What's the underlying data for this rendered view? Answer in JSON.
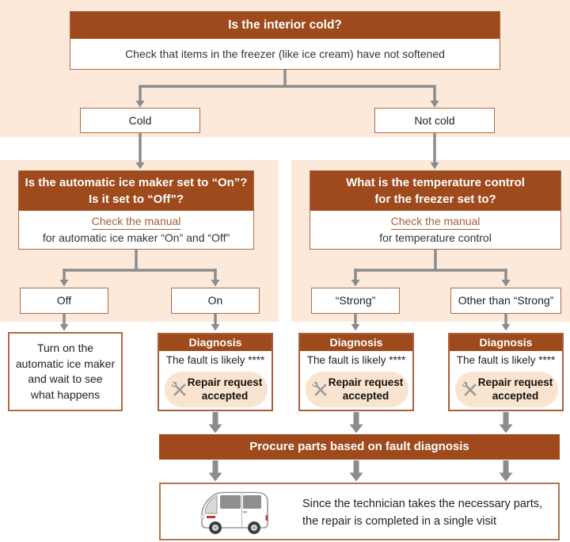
{
  "palette": {
    "brown_header": "#9E4A1C",
    "panel_beige": "#FCE9DA",
    "pill_beige": "#FAE4CF",
    "box_border": "#AE6B45",
    "link_brown": "#A5603A",
    "arrow_gray": "#8C8C8C",
    "text_dark": "#222222"
  },
  "root_question": {
    "title": "Is the interior cold?",
    "note": "Check that items in the freezer (like ice cream) have not softened"
  },
  "branches": {
    "cold": "Cold",
    "not_cold": "Not cold"
  },
  "left_question": {
    "title": "Is the automatic ice maker set to “On”?\nIs it set to “Off”?",
    "link": "Check the manual",
    "note": "for automatic ice maker “On” and “Off”"
  },
  "right_question": {
    "title": "What is the temperature control\nfor the freezer set to?",
    "link": "Check the manual",
    "note": "for temperature control"
  },
  "options": {
    "off": "Off",
    "on": "On",
    "strong": "“Strong”",
    "other_than_strong": "Other than “Strong”"
  },
  "action_box": {
    "text": "Turn on the\nautomatic ice maker\nand wait to see\nwhat happens"
  },
  "diagnosis": {
    "title": "Diagnosis",
    "fault": "The fault is likely ****",
    "pill": "Repair request\naccepted",
    "pill_icon": "crossed-tools-icon"
  },
  "procure": {
    "label": "Procure parts based on fault diagnosis"
  },
  "visit": {
    "text": "Since the technician takes the necessary parts,\nthe repair is completed in a single visit",
    "icon": "service-van-icon"
  }
}
